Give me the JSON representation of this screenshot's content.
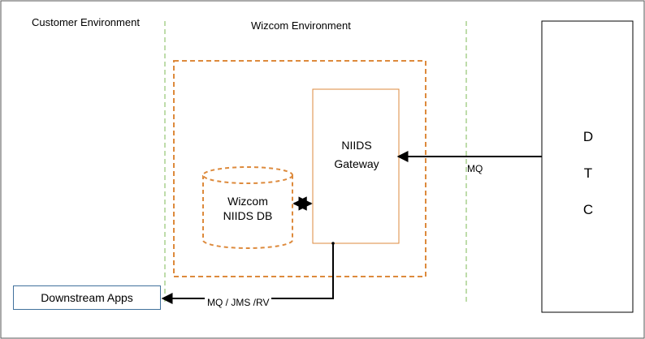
{
  "environments": {
    "customer": "Customer Environment",
    "wizcom": "Wizcom Environment"
  },
  "gateway": {
    "line1": "NIIDS",
    "line2": "Gateway"
  },
  "database": {
    "line1": "Wizcom",
    "line2": "NIIDS DB"
  },
  "dtc": {
    "letters": [
      "D",
      "T",
      "C"
    ]
  },
  "downstream": {
    "label": "Downstream Apps"
  },
  "connections": {
    "dtc_to_gateway": "MQ",
    "gateway_to_downstream": "MQ / JMS /RV"
  },
  "colors": {
    "orange": "#dd8a3c",
    "green": "#a9d18e",
    "blue_border": "#41719c"
  }
}
